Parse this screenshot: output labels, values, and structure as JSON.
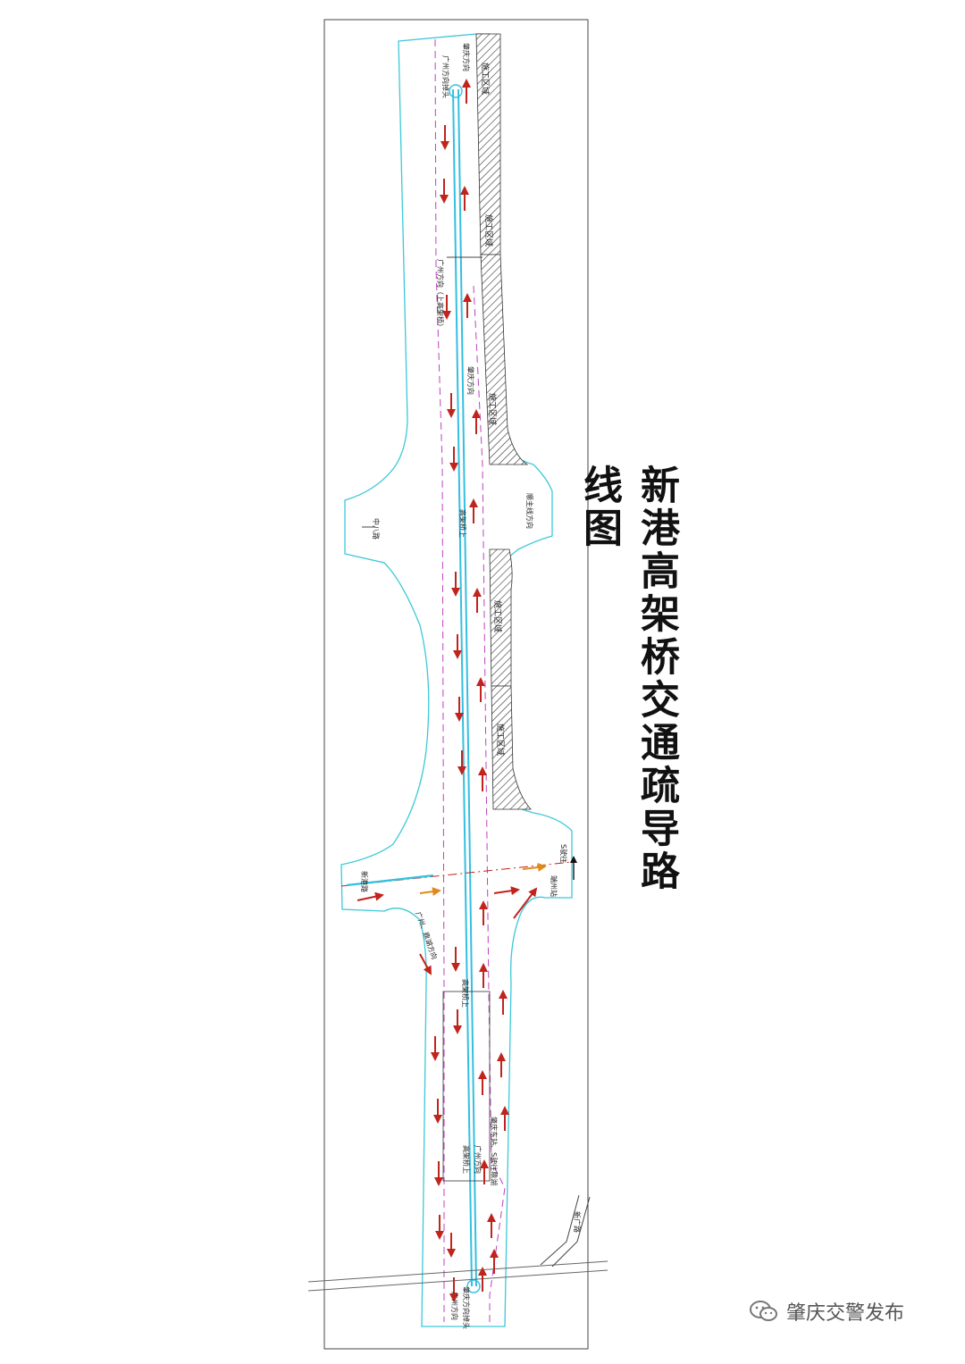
{
  "title": "新港高架桥交通疏导路线图",
  "watermark": "肇庆交警发布",
  "labels": {
    "top_dir": "肇庆方向",
    "top_lane": "广州方向掉头",
    "mid_dir_gz": "广州方向（上高架桥）",
    "zhaoqing_dir": "肇庆方向",
    "zhongba_road": "中八路",
    "to_bridge_up": "高架桥上",
    "right_block": "顺主线方向",
    "left_block": "新港路",
    "gz_jiangxi": "广州、鼎湖方向",
    "right_east_a": "S驶往",
    "right_east_b": "端州站",
    "right_ramp_note": "肇庆东站、S驶往鼎湖",
    "lower_dir": "广州方向",
    "lower_up": "高架桥上",
    "bottom_dir": "肇庆方向掉头",
    "bottom_gz": "广州方向",
    "right_road": "新广路",
    "hatch_1": "施工区域",
    "hatch_2": "施工区域",
    "hatch_3": "施工区域",
    "hatch_4": "施工区域",
    "hatch_5": "施工区域"
  },
  "colors": {
    "road_edge": "#3cc8d8",
    "centerline": "#33bfe0",
    "dash_pink": "#c040c0",
    "arrow_red": "#c0241c",
    "arrow_orange": "#e08a1e",
    "hatch": "#333333"
  }
}
